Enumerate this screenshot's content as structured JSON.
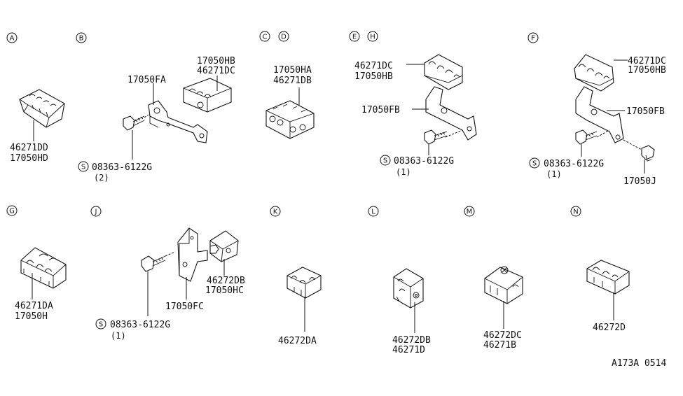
{
  "diagram": {
    "figure_code": "A173A 0514",
    "sections": [
      {
        "id": "A"
      },
      {
        "id": "B"
      },
      {
        "id": "C"
      },
      {
        "id": "D"
      },
      {
        "id": "E"
      },
      {
        "id": "H"
      },
      {
        "id": "F"
      },
      {
        "id": "G"
      },
      {
        "id": "J"
      },
      {
        "id": "K"
      },
      {
        "id": "L"
      },
      {
        "id": "M"
      },
      {
        "id": "N"
      }
    ],
    "screw_symbol": "S",
    "labels": {
      "a1": "46271DD",
      "a2": "17050HD",
      "b_fa": "17050FA",
      "b_hb": "17050HB",
      "b_dc": "46271DC",
      "b_screw": "08363-6122G",
      "b_qty": "(2)",
      "cd1": "17050HA",
      "cd2": "46271DB",
      "eh1": "46271DC",
      "eh2": "17050HB",
      "eh3": "17050FB",
      "eh_screw": "08363-6122G",
      "eh_qty": "(1)",
      "f1": "46271DC",
      "f2": "17050HB",
      "f3": "17050FB",
      "f_screw": "08363-6122G",
      "f_qty": "(1)",
      "f4": "17050J",
      "g1": "46271DA",
      "g2": "17050H",
      "j1": "46272DB",
      "j2": "17050HC",
      "j3": "17050FC",
      "j_screw": "08363-6122G",
      "j_qty": "(1)",
      "k1": "46272DA",
      "l1": "46272DB",
      "l2": "46271D",
      "m1": "46272DC",
      "m2": "46271B",
      "n1": "46272D"
    }
  }
}
